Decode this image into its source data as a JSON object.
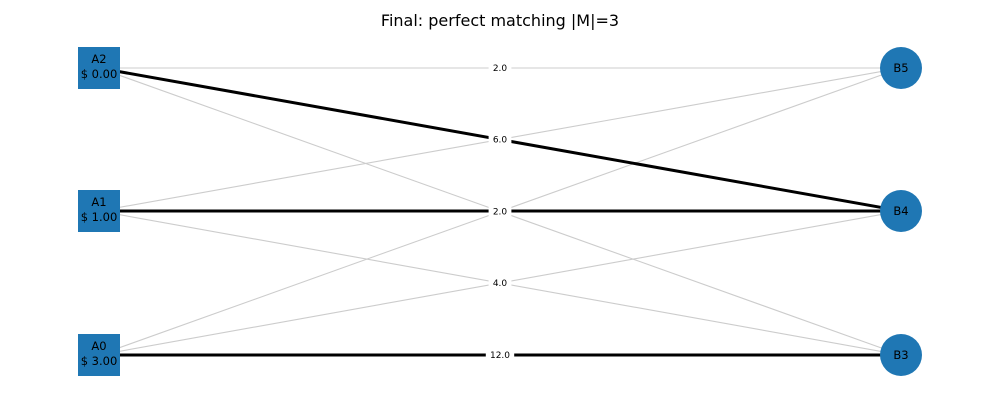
{
  "title": "Final: perfect matching |M|=3",
  "colors": {
    "node": "#1f77b4",
    "matched_edge": "#000000",
    "unmatched_edge": "#cccccc",
    "text": "#000000",
    "background": "#ffffff"
  },
  "left_nodes": [
    {
      "id": "A2",
      "label": "A2",
      "price": "$ 0.00"
    },
    {
      "id": "A1",
      "label": "A1",
      "price": "$ 1.00"
    },
    {
      "id": "A0",
      "label": "A0",
      "price": "$ 3.00"
    }
  ],
  "right_nodes": [
    {
      "id": "B5",
      "label": "B5"
    },
    {
      "id": "B4",
      "label": "B4"
    },
    {
      "id": "B3",
      "label": "B3"
    }
  ],
  "edges": [
    {
      "from": "A2",
      "to": "B5",
      "weight": "2.0",
      "matched": false,
      "show_label": true
    },
    {
      "from": "A2",
      "to": "B4",
      "weight": "6.0",
      "matched": true,
      "show_label": false
    },
    {
      "from": "A2",
      "to": "B3",
      "weight": "",
      "matched": false,
      "show_label": false
    },
    {
      "from": "A1",
      "to": "B5",
      "weight": "6.0",
      "matched": false,
      "show_label": true
    },
    {
      "from": "A1",
      "to": "B4",
      "weight": "2.0",
      "matched": true,
      "show_label": false
    },
    {
      "from": "A1",
      "to": "B3",
      "weight": "",
      "matched": false,
      "show_label": false
    },
    {
      "from": "A0",
      "to": "B5",
      "weight": "2.0",
      "matched": false,
      "show_label": true
    },
    {
      "from": "A0",
      "to": "B4",
      "weight": "4.0",
      "matched": false,
      "show_label": true
    },
    {
      "from": "A0",
      "to": "B3",
      "weight": "12.0",
      "matched": true,
      "show_label": true
    }
  ]
}
